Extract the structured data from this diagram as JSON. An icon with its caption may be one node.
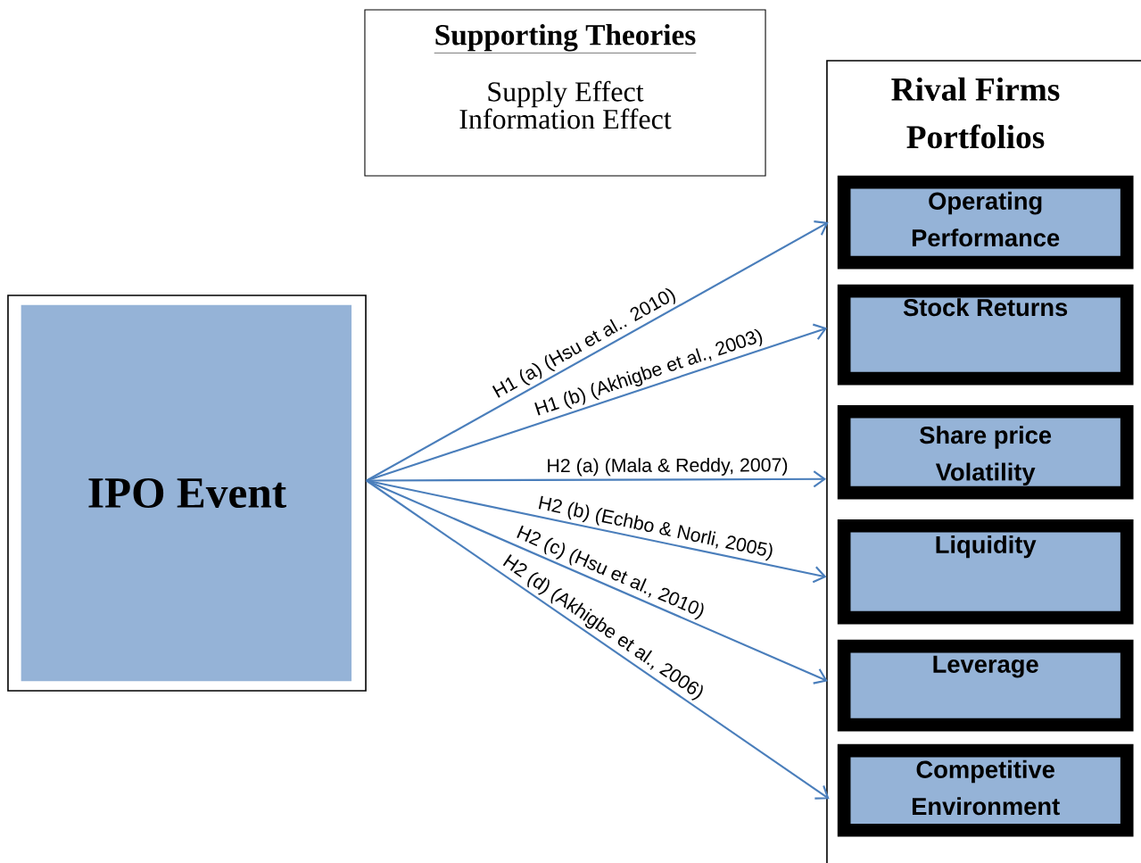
{
  "diagram": {
    "nodes": [
      {
        "text": [
          "Supporting Theories",
          "Supply Effect",
          "Information Effect"
        ]
      },
      {
        "text": [
          "IPO Event"
        ]
      },
      {
        "text": [
          "Rival Firms Portfolios"
        ]
      },
      {
        "text": [
          "Operating Performance"
        ],
        "in": 2
      },
      {
        "text": [
          "Stock Returns"
        ],
        "in": 2
      },
      {
        "text": [
          "Share price Volatility"
        ],
        "in": 2
      },
      {
        "text": [
          "Liquidity"
        ],
        "in": 2
      },
      {
        "text": [
          "Leverage"
        ],
        "in": 2
      },
      {
        "text": [
          "Competitive Environment"
        ],
        "in": 2
      }
    ],
    "edges": [
      {
        "from": 1,
        "to": 3,
        "arrow": "to",
        "label": "H1 (a) (Hsu et al.. 2010)"
      },
      {
        "from": 1,
        "to": 4,
        "arrow": "to",
        "label": "H1 (b) (Akhigbe et al., 2003)"
      },
      {
        "from": 1,
        "to": 5,
        "arrow": "to",
        "label": "H2 (a) (Mala  & Reddy, 2007)"
      },
      {
        "from": 1,
        "to": 6,
        "arrow": "to",
        "label": "H2 (b) (Echbo & Norli,  2005)"
      },
      {
        "from": 1,
        "to": 7,
        "arrow": "to",
        "label": "H2 (c) (Hsu et al., 2010)"
      },
      {
        "from": 1,
        "to": 8,
        "arrow": "to",
        "label": "H2 (d) (Akhigbe et al., 2006)"
      }
    ]
  }
}
